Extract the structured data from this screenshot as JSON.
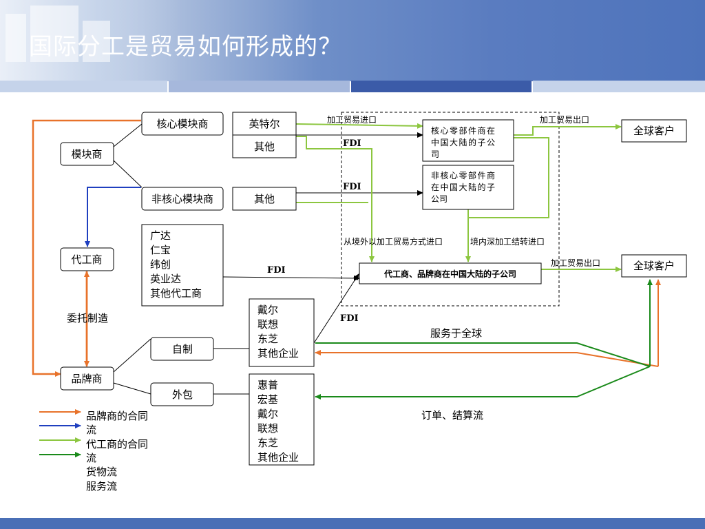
{
  "slide": {
    "title": "国际分工是贸易如何形成的？",
    "colors": {
      "header": "#4e73bb",
      "orange": "#e8722a",
      "blue": "#1f3fbf",
      "lightgreen": "#8cc63f",
      "green": "#1a8a1a",
      "strip_dark": "#3b5ba8",
      "strip_light": "#c5d3ea"
    }
  },
  "nodes": {
    "core_module": "核心模块商",
    "module_maker": "模块商",
    "noncore_module": "非核心模块商",
    "oem": "代工商",
    "brand": "品牌商",
    "intel": "英特尔",
    "other1": "其他",
    "other2": "其他",
    "oem_list": [
      "广达",
      "仁宝",
      "纬创",
      "英业达",
      "其他代工商"
    ],
    "self_made": "自制",
    "outsource": "外包",
    "group1": [
      "戴尔",
      "联想",
      "东芝",
      "其他企业"
    ],
    "group2": [
      "惠普",
      "宏基",
      "戴尔",
      "联想",
      "东芝",
      "其他企业"
    ],
    "core_sub": [
      "核心零部件商在",
      "中国大陆的子公",
      "司"
    ],
    "noncore_sub": [
      "非核心零部件商",
      "在中国大陆的子",
      "公司"
    ],
    "oem_brand_sub": "代工商、品牌商在中国大陆的子公司",
    "global1": "全球客户",
    "global2": "全球客户"
  },
  "labels": {
    "process_import": "加工贸易进口",
    "process_export1": "加工贸易出口",
    "process_export2": "加工贸易出口",
    "fdi1": "FDI",
    "fdi2": "FDI",
    "fdi3": "FDI",
    "fdi4": "FDI",
    "import_abroad": "从境外以加工贸易方式进口",
    "domestic_transfer": "境内深加工结转进口",
    "commission": "委托制造",
    "serve_global": "服务于全球",
    "order_flow": "订单、结算流"
  },
  "legend": {
    "items": [
      {
        "color": "#e8722a",
        "lines": [
          "品牌商的合同",
          "流"
        ]
      },
      {
        "color": "#1f3fbf",
        "lines": []
      },
      {
        "color": "#8cc63f",
        "lines": [
          "代工商的合同",
          "流"
        ]
      },
      {
        "color": "#1a8a1a",
        "lines": [
          "货物流",
          "服务流"
        ]
      }
    ]
  }
}
